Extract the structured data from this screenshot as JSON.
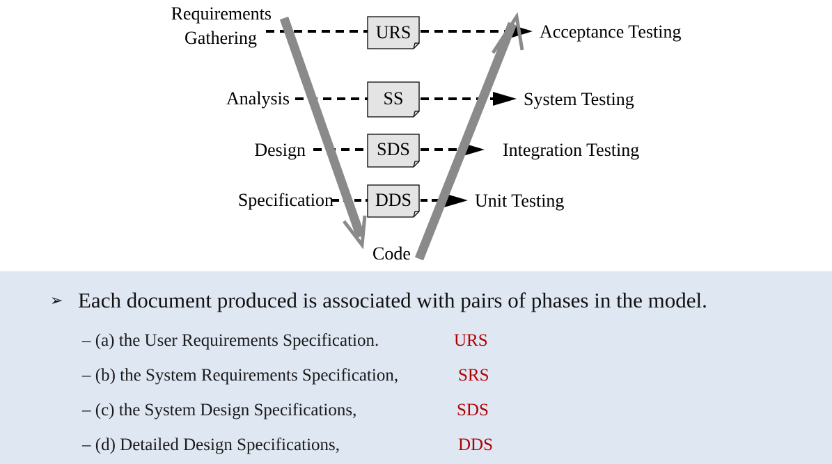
{
  "diagram": {
    "phases": [
      {
        "label_line1": "Requirements",
        "label_line2": "Gathering"
      },
      {
        "label": "Analysis"
      },
      {
        "label": "Design"
      },
      {
        "label": "Specification"
      }
    ],
    "documents": [
      "URS",
      "SS",
      "SDS",
      "DDS"
    ],
    "tests": [
      "Acceptance Testing",
      "System Testing",
      "Integration Testing",
      "Unit Testing"
    ],
    "bottom": "Code"
  },
  "notes": {
    "bullet_symbol": "➢",
    "bullet": "Each document produced is associated with pairs of phases in the model.",
    "items": [
      {
        "text": "– (a) the User Requirements Specification.",
        "abbr": "URS"
      },
      {
        "text": "– (b) the System Requirements Specification,",
        "abbr": "SRS"
      },
      {
        "text": "– (c) the System Design Specifications,",
        "abbr": "SDS"
      },
      {
        "text": "– (d) Detailed Design Specifications,",
        "abbr": "DDS"
      }
    ],
    "colors": {
      "background": "#dfe7f3",
      "abbr": "#b00000",
      "v_arrows": "#8a8a8a"
    }
  }
}
